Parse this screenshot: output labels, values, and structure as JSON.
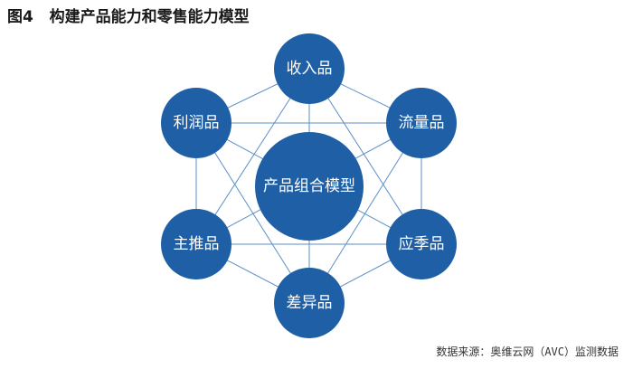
{
  "figure": {
    "title": "图4   构建产品能力和零售能力模型",
    "center": "产品组合模型",
    "nodes": [
      {
        "id": "top",
        "label": "收入品"
      },
      {
        "id": "upper-right",
        "label": "流量品"
      },
      {
        "id": "lower-right",
        "label": "应季品"
      },
      {
        "id": "bottom",
        "label": "差异品"
      },
      {
        "id": "lower-left",
        "label": "主推品"
      },
      {
        "id": "upper-left",
        "label": "利润品"
      }
    ],
    "source": "数据来源：奥维云网（AVC）监测数据"
  },
  "colors": {
    "node_fill": "#1f5fa6",
    "line": "#5b8fc7",
    "text": "#ffffff"
  }
}
